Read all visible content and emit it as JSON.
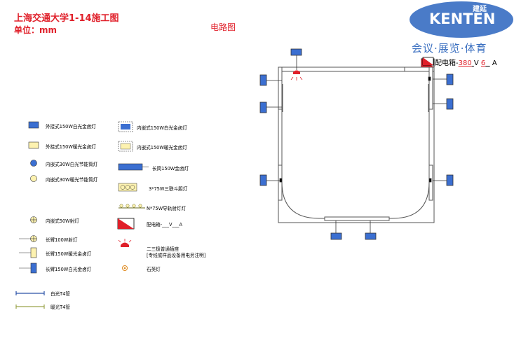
{
  "header": {
    "title": "上海交通大学1-14施工图",
    "unit": "单位：mm",
    "diagram_title": "电路图"
  },
  "logo": {
    "brand": "KENTEN",
    "brand_cn": "建延",
    "tagline": "会议·展览·体育"
  },
  "panel_label": {
    "prefix": "配电箱-",
    "voltage": "380",
    "v_unit": "V",
    "current": "6",
    "a_unit": "A"
  },
  "legend": {
    "left": [
      {
        "icon": "blue-rect-icon",
        "label": "外接式150W白光金卤灯"
      },
      {
        "icon": "yellow-rect-icon",
        "label": "外挂式150W暖光金卤灯"
      },
      {
        "icon": "blue-circle-icon",
        "label": "内嵌式30W白光节能筒灯"
      },
      {
        "icon": "yellow-circle-icon",
        "label": "内嵌式30W暖光节能筒灯"
      },
      {
        "icon": "crosshair-circle-icon",
        "label": "内嵌式50W射灯"
      },
      {
        "icon": "long-arm-crosshair-icon",
        "label": "长臂100W射灯"
      },
      {
        "icon": "long-arm-yellow-icon",
        "label": "长臂150W暖光金卤灯"
      },
      {
        "icon": "long-arm-blue-icon",
        "label": "长臂150W白光金卤灯"
      }
    ],
    "right": [
      {
        "icon": "blue-rect-dashed-icon",
        "label": "内嵌式150W白光金卤灯"
      },
      {
        "icon": "yellow-rect-dashed-icon",
        "label": "内嵌式150W暖光金卤灯"
      },
      {
        "icon": "long-bar-icon",
        "label": "长筒150W金卤灯"
      },
      {
        "icon": "triple-lamp-icon",
        "label": "3*75W三联斗胆灯"
      },
      {
        "icon": "track-light-icon",
        "label": "N*75W导轨射灯灯"
      },
      {
        "icon": "panel-box-icon",
        "label": "配电箱-___V___A"
      },
      {
        "icon": "socket-icon",
        "label": "二三极普通插座",
        "note": "[专线或样品设备用电另注明]"
      },
      {
        "icon": "quartz-lamp-icon",
        "label": "石英灯"
      }
    ],
    "tubes": [
      {
        "icon": "white-tube-icon",
        "label": "白光T4管"
      },
      {
        "icon": "warm-tube-icon",
        "label": "暖光T4管"
      }
    ]
  },
  "colors": {
    "red": "#e0202a",
    "lamp_blue": "#3b6fd1",
    "lamp_yellow": "#fdf2b0",
    "logo_blue": "#4a7bc8",
    "outline": "#555555"
  }
}
